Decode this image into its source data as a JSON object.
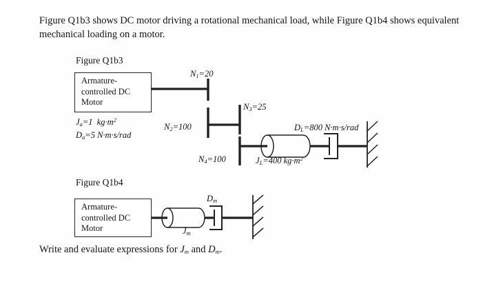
{
  "document": {
    "intro_text": "Figure Q1b3 shows DC motor driving a rotational mechanical load, while Figure Q1b4 shows equivalent mechanical loading on a motor.",
    "closing_text_prefix": "Write and evaluate expressions for ",
    "closing_text_middle": " and ",
    "closing_text_suffix": "."
  },
  "figure1": {
    "caption": "Figure Q1b3",
    "motor_label_line1": "Armature-",
    "motor_label_line2": "controlled DC",
    "motor_label_line3": "Motor",
    "motor_inertia": "Ja=1 kg·m2",
    "motor_damping": "Da=5 N·m·s/rad",
    "gear_n1": "N1=20",
    "gear_n2": "N2=100",
    "gear_n3": "N3=25",
    "gear_n4": "N4=100",
    "load_inertia": "JL=400 kg·m2",
    "load_damping": "DL=800 N·m·s/rad"
  },
  "figure2": {
    "caption": "Figure Q1b4",
    "motor_label_line1": "Armature-",
    "motor_label_line2": "controlled DC",
    "motor_label_line3": "Motor",
    "equivalent_inertia": "Jm",
    "equivalent_damping": "Dm"
  },
  "symbols": {
    "Jm": "Jm",
    "Dm": "Dm"
  },
  "colors": {
    "ink": "#141414",
    "line": "#222222",
    "background": "#fefefe"
  }
}
